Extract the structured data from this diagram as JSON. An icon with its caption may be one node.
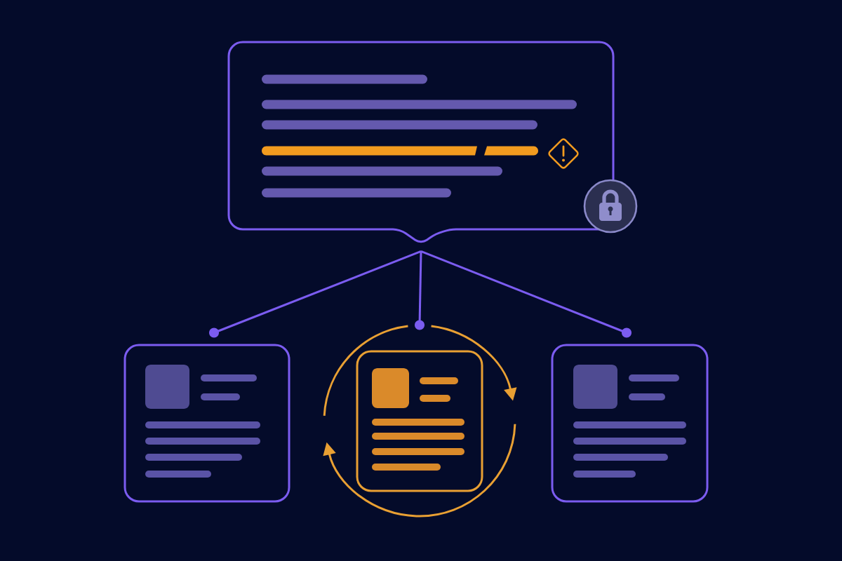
{
  "diagram": {
    "nodes": [
      {
        "text": [],
        "shape": "bubble"
      },
      {
        "text": [],
        "shape": "box"
      },
      {
        "text": [],
        "shape": "circle"
      },
      {
        "text": [],
        "shape": "box",
        "in": 2
      },
      {
        "text": [],
        "shape": "box"
      }
    ],
    "edges": [
      {
        "from": 0,
        "to": 1,
        "arrow": "other"
      },
      {
        "from": 0,
        "to": 2,
        "arrow": "other"
      },
      {
        "from": 0,
        "to": 4,
        "arrow": "other"
      }
    ]
  }
}
